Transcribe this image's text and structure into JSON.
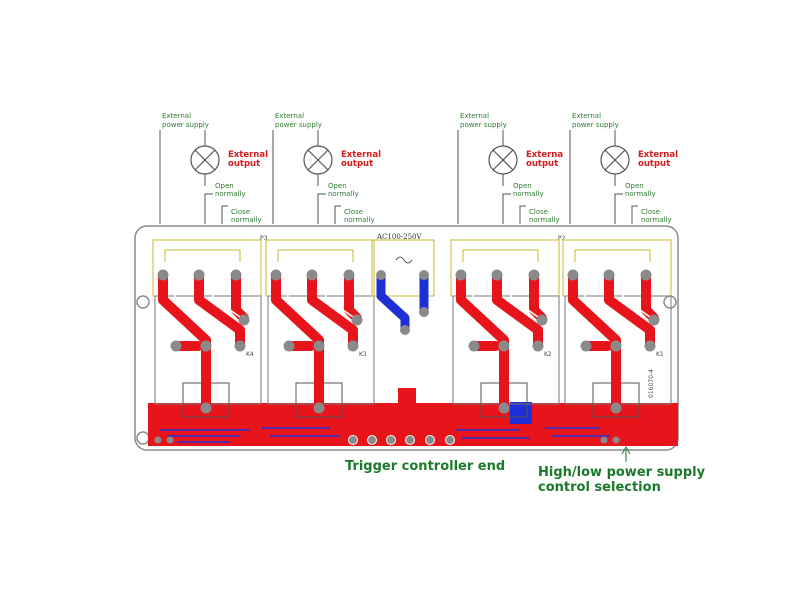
{
  "channels": [
    {
      "power": [
        "External",
        "power supply"
      ],
      "output": [
        "External",
        "output"
      ],
      "open": [
        "Open",
        "normally"
      ],
      "close": [
        "Close",
        "normally"
      ],
      "connector": "P3"
    },
    {
      "power": [
        "External",
        "power supply"
      ],
      "output": [
        "External",
        "output"
      ],
      "open": [
        "Open",
        "normally"
      ],
      "close": [
        "Close",
        "normally"
      ],
      "connector": ""
    },
    {
      "power": [
        "External",
        "power supply"
      ],
      "output": [
        "Externa",
        "output"
      ],
      "open": [
        "Open",
        "normally"
      ],
      "close": [
        "Close",
        "normally"
      ],
      "connector": "P2"
    },
    {
      "power": [
        "External",
        "power supply"
      ],
      "output": [
        "External",
        "output"
      ],
      "open": [
        "Open",
        "normally"
      ],
      "close": [
        "Close",
        "normally"
      ],
      "connector": ""
    }
  ],
  "relays": [
    "K4",
    "K3",
    "K2",
    "K1"
  ],
  "board": {
    "ac_label": "AC100-250V",
    "version": "016070-4",
    "trigger_label": "Trigger controller end",
    "power_select_label": [
      "High/low power supply",
      "control selection"
    ]
  },
  "colors": {
    "copper_top": "#e8141b",
    "copper_bottom": "#1f2fd6",
    "pad": "#8a8a8a",
    "label_green": "#2e7d32",
    "label_red": "#d81b1b"
  }
}
